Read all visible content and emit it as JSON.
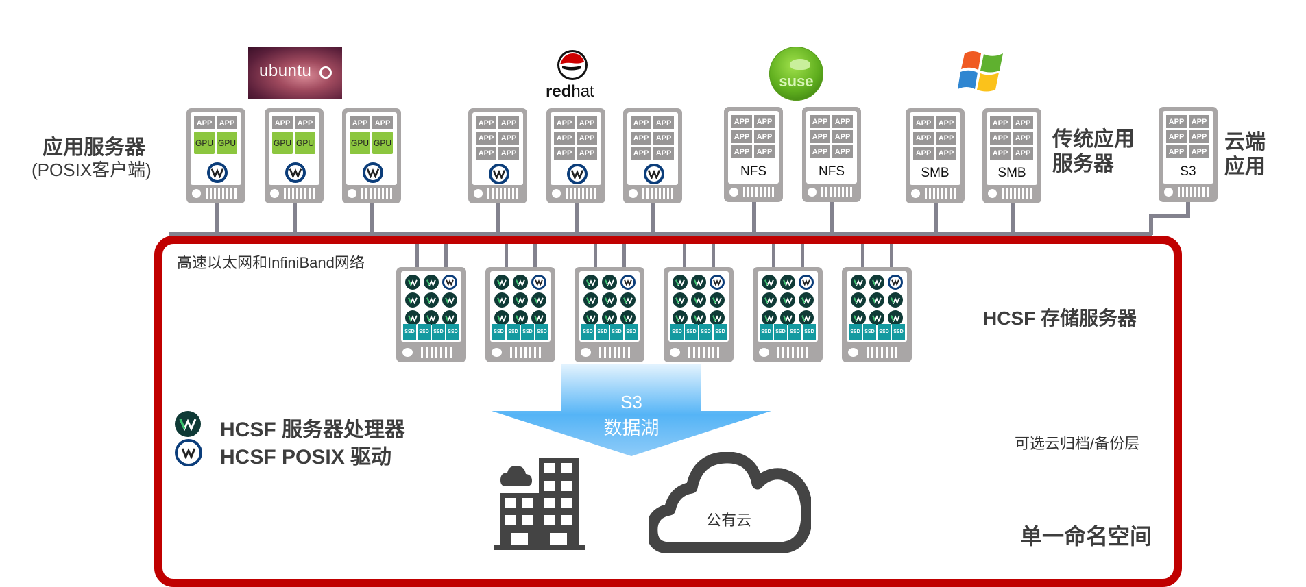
{
  "left_label": {
    "title": "应用服务器",
    "subtitle": "(POSIX客户端)"
  },
  "right_labels": {
    "traditional": [
      "传统应用",
      "服务器"
    ],
    "cloud": [
      "云端",
      "应用"
    ],
    "storage": "HCSF 存储服务器",
    "archive": "可选云归档/备份层",
    "namespace": "单一命名空间"
  },
  "network_label": "高速以太网和InfiniBand网络",
  "logos": {
    "ubuntu": "ubuntu",
    "redhat": {
      "bold": "red",
      "regular": "hat"
    },
    "suse": "suse"
  },
  "app_label": "APP",
  "gpu_label": "GPU",
  "ssd_label": "SSD",
  "client_groups": [
    {
      "os": "ubuntu",
      "servers": [
        {
          "type": "gpu",
          "apps": 2,
          "gpus": 2,
          "driver": "weka-posix-icon"
        },
        {
          "type": "gpu",
          "apps": 2,
          "gpus": 2,
          "driver": "weka-posix-icon"
        },
        {
          "type": "gpu",
          "apps": 2,
          "gpus": 2,
          "driver": "weka-posix-icon"
        }
      ]
    },
    {
      "os": "redhat",
      "servers": [
        {
          "type": "app",
          "apps": 6,
          "driver": "weka-posix-icon"
        },
        {
          "type": "app",
          "apps": 6,
          "driver": "weka-posix-icon"
        },
        {
          "type": "app",
          "apps": 6,
          "driver": "weka-posix-icon"
        }
      ]
    },
    {
      "os": "suse",
      "servers": [
        {
          "type": "app",
          "apps": 6,
          "protocol": "NFS"
        },
        {
          "type": "app",
          "apps": 6,
          "protocol": "NFS"
        }
      ]
    },
    {
      "os": "windows",
      "servers": [
        {
          "type": "app",
          "apps": 6,
          "protocol": "SMB"
        },
        {
          "type": "app",
          "apps": 6,
          "protocol": "SMB"
        }
      ]
    },
    {
      "os": "cloud",
      "servers": [
        {
          "type": "app",
          "apps": 6,
          "protocol": "S3"
        }
      ]
    }
  ],
  "storage_servers": {
    "count": 6,
    "processor_icons_per_server": 8,
    "posix_icons_per_server": 1,
    "ssds_per_server": 4
  },
  "data_lake": {
    "line1": "S3",
    "line2": "数据湖"
  },
  "public_cloud": "公有云",
  "legend": [
    {
      "icon": "hcsf-processor-icon",
      "label": "HCSF 服务器处理器"
    },
    {
      "icon": "hcsf-posix-driver-icon",
      "label": "HCSF POSIX 驱动"
    }
  ],
  "colors": {
    "frame": "#c00000",
    "bus": "#83828e",
    "server": "#a9a6a6",
    "gpu": "#8cc63f",
    "ssd": "#149aa0",
    "processor": "#0f3a36",
    "posix": "#0b3d7a",
    "arrow": "#4fb0f5",
    "icon_dark": "#444444"
  }
}
